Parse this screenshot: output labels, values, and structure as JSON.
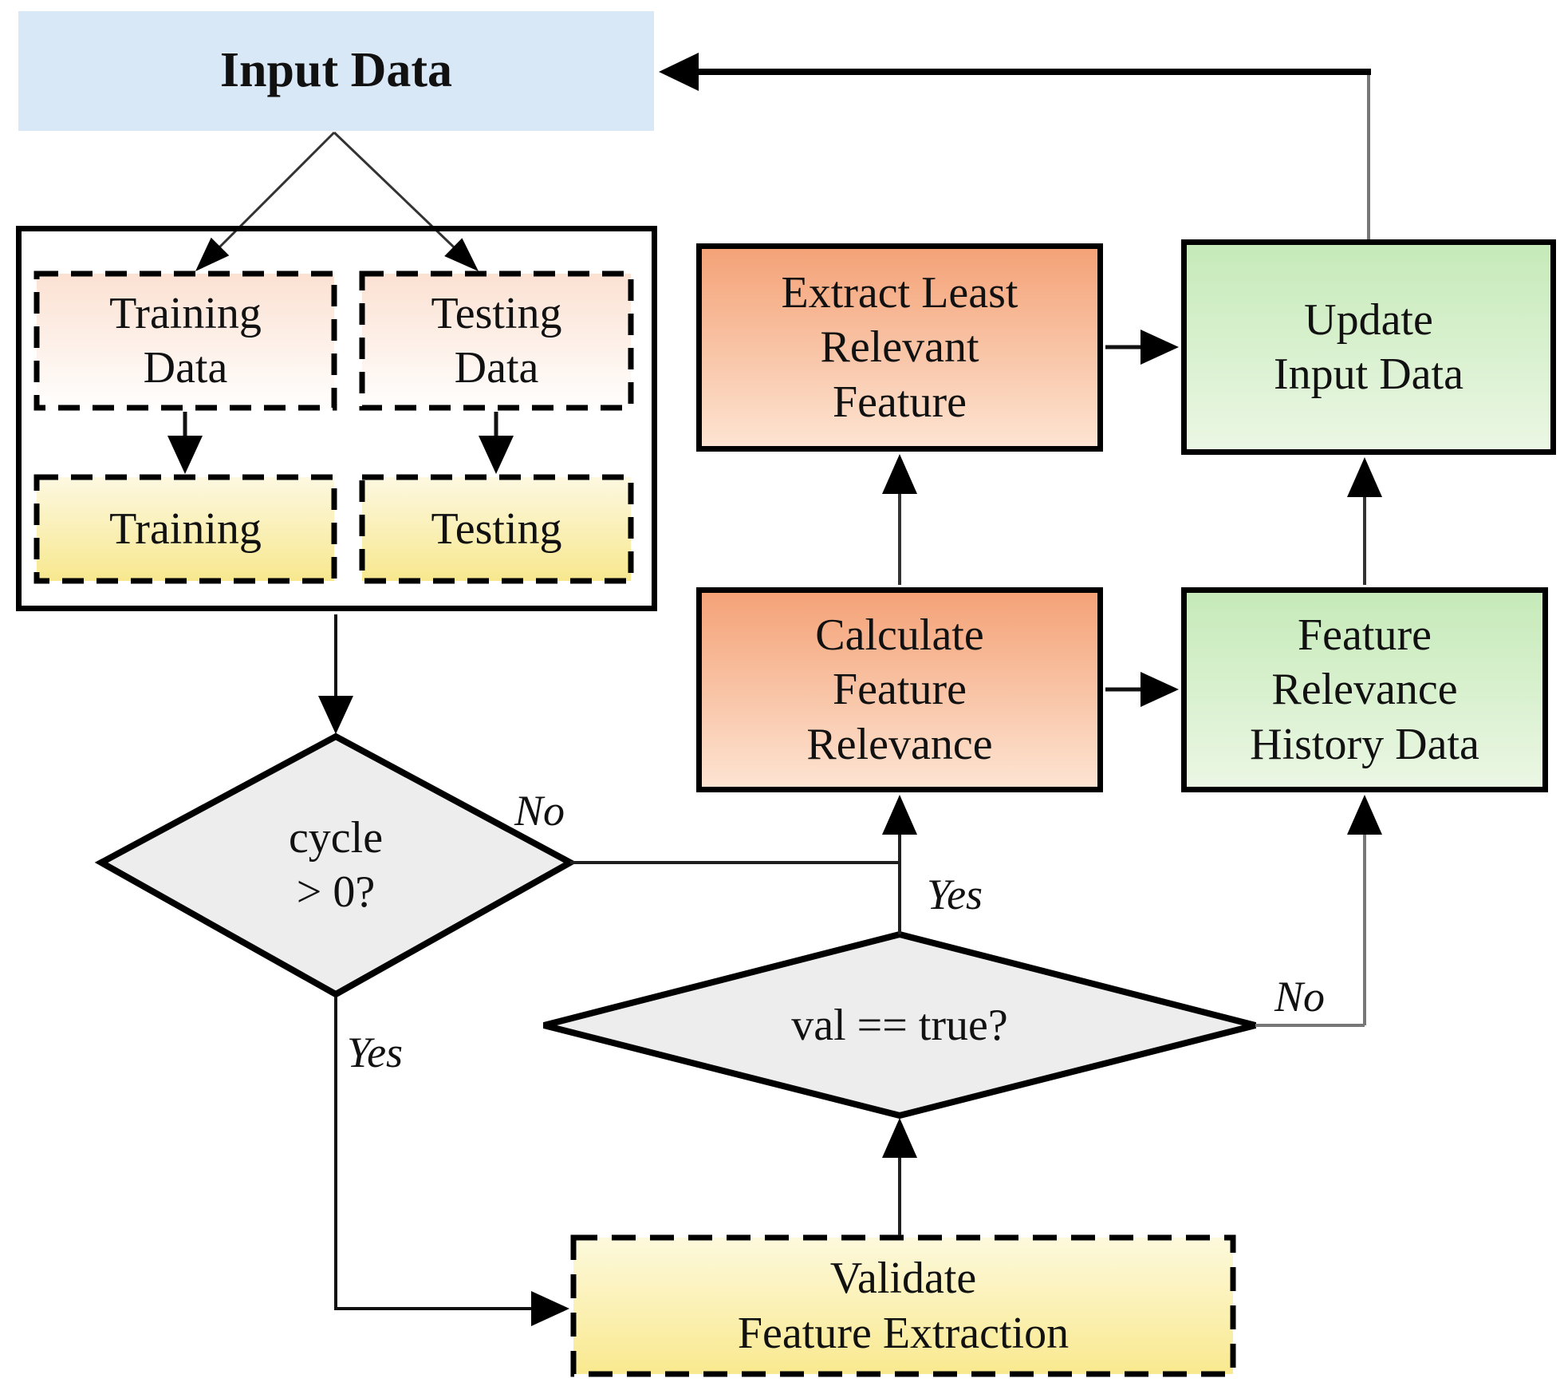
{
  "diagram": {
    "title_node": "Input Data",
    "nodes": {
      "input_data": {
        "label": "Input Data"
      },
      "training_data": {
        "label": "Training\nData"
      },
      "testing_data": {
        "label": "Testing\nData"
      },
      "training": {
        "label": "Training"
      },
      "testing": {
        "label": "Testing"
      },
      "extract": {
        "label": "Extract Least\nRelevant\nFeature"
      },
      "update": {
        "label": "Update\nInput Data"
      },
      "calculate": {
        "label": "Calculate\nFeature\nRelevance"
      },
      "history": {
        "label": "Feature\nRelevance\nHistory Data"
      },
      "cycle_decision": {
        "label": "cycle\n> 0?"
      },
      "val_decision": {
        "label": "val == true?"
      },
      "validate": {
        "label": "Validate\nFeature Extraction"
      }
    },
    "edge_labels": {
      "cycle_no": "No",
      "cycle_yes": "Yes",
      "val_yes": "Yes",
      "val_no": "No"
    },
    "colors": {
      "blue": "#d9e8f6",
      "salmon_top": "#f4a277",
      "salmon_bottom": "#fde4d2",
      "green_top": "#c6eab9",
      "green_bottom": "#ebf7e4",
      "pink_top": "#fbe1d2",
      "pink_bottom": "#fffefd",
      "yellow_top": "#fdf8e1",
      "yellow_bottom": "#f7e88e",
      "validate_top": "#fdf9dc",
      "validate_bottom": "#f9e98f",
      "diamond_fill": "#ededed",
      "line_dark": "#1f1f1f",
      "line_gray": "#777777"
    }
  }
}
